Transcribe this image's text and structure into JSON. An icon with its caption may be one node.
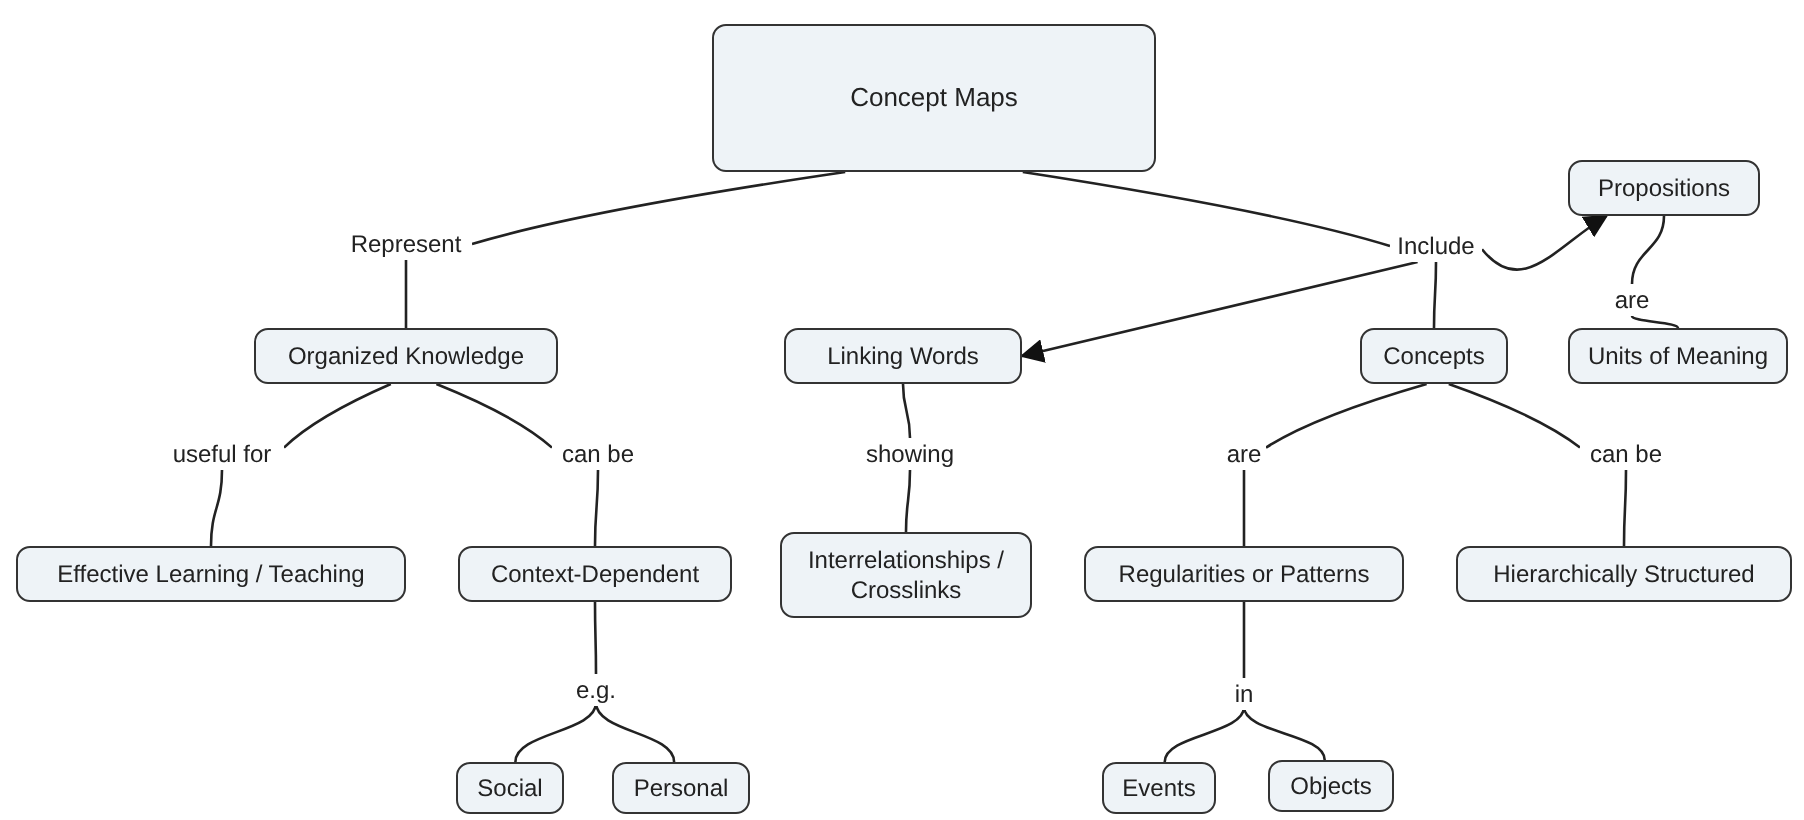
{
  "diagram": {
    "nodes": [
      {
        "text": [
          "Concept Maps"
        ]
      },
      {
        "text": [
          "Propositions"
        ]
      },
      {
        "text": [
          "Represent"
        ]
      },
      {
        "text": [
          "Include"
        ]
      },
      {
        "text": [
          "are"
        ]
      },
      {
        "text": [
          "Organized Knowledge"
        ]
      },
      {
        "text": [
          "Linking Words"
        ]
      },
      {
        "text": [
          "Concepts"
        ]
      },
      {
        "text": [
          "Units of Meaning"
        ]
      },
      {
        "text": [
          "useful for"
        ]
      },
      {
        "text": [
          "can be"
        ]
      },
      {
        "text": [
          "showing"
        ]
      },
      {
        "text": [
          "are"
        ]
      },
      {
        "text": [
          "can be"
        ]
      },
      {
        "text": [
          "Effective Learning / Teaching"
        ]
      },
      {
        "text": [
          "Context-Dependent"
        ]
      },
      {
        "text": [
          "Interrelationships / Crosslinks"
        ]
      },
      {
        "text": [
          "Regularities or Patterns"
        ]
      },
      {
        "text": [
          "Hierarchically Structured"
        ]
      },
      {
        "text": [
          "e.g."
        ]
      },
      {
        "text": [
          "in"
        ]
      },
      {
        "text": [
          "Social"
        ]
      },
      {
        "text": [
          "Personal"
        ]
      },
      {
        "text": [
          "Events"
        ]
      },
      {
        "text": [
          "Objects"
        ]
      }
    ],
    "edges": [
      {
        "from": 0,
        "to": 2,
        "arrow": "none"
      },
      {
        "from": 2,
        "to": 5,
        "arrow": "none"
      },
      {
        "from": 0,
        "to": 3,
        "arrow": "none"
      },
      {
        "from": 3,
        "to": 6,
        "arrow": "to"
      },
      {
        "from": 3,
        "to": 7,
        "arrow": "none"
      },
      {
        "from": 3,
        "to": 1,
        "arrow": "to"
      },
      {
        "from": 1,
        "to": 4,
        "arrow": "none"
      },
      {
        "from": 4,
        "to": 8,
        "arrow": "none"
      },
      {
        "from": 5,
        "to": 9,
        "arrow": "none"
      },
      {
        "from": 9,
        "to": 14,
        "arrow": "none"
      },
      {
        "from": 5,
        "to": 10,
        "arrow": "none"
      },
      {
        "from": 10,
        "to": 15,
        "arrow": "none"
      },
      {
        "from": 6,
        "to": 11,
        "arrow": "none"
      },
      {
        "from": 11,
        "to": 16,
        "arrow": "none"
      },
      {
        "from": 7,
        "to": 12,
        "arrow": "none"
      },
      {
        "from": 12,
        "to": 17,
        "arrow": "none"
      },
      {
        "from": 7,
        "to": 13,
        "arrow": "none"
      },
      {
        "from": 13,
        "to": 18,
        "arrow": "none"
      },
      {
        "from": 15,
        "to": 19,
        "arrow": "none"
      },
      {
        "from": 19,
        "to": 21,
        "arrow": "none"
      },
      {
        "from": 19,
        "to": 22,
        "arrow": "none"
      },
      {
        "from": 17,
        "to": 20,
        "arrow": "none"
      },
      {
        "from": 20,
        "to": 23,
        "arrow": "none"
      },
      {
        "from": 20,
        "to": 24,
        "arrow": "none"
      }
    ]
  }
}
